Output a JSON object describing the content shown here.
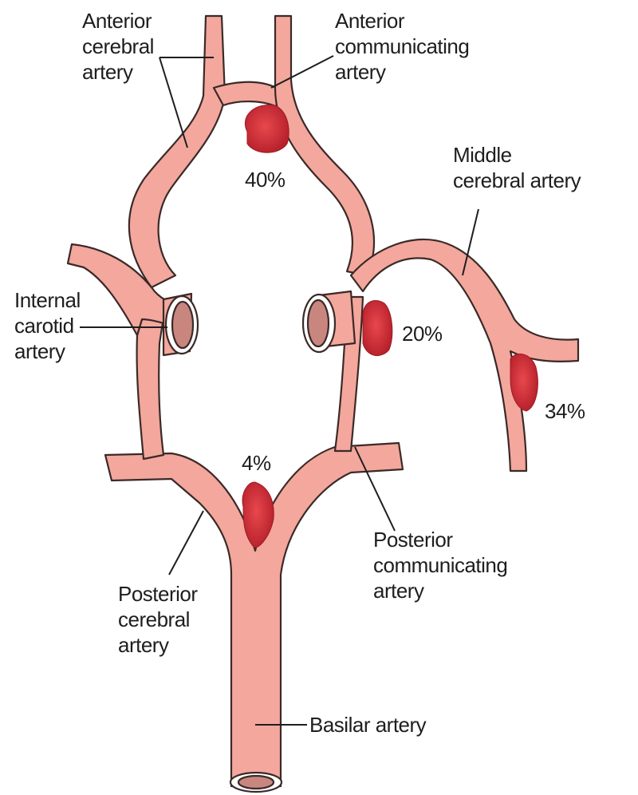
{
  "labels": {
    "anterior_cerebral": [
      "Anterior",
      "cerebral",
      "artery"
    ],
    "anterior_communicating": [
      "Anterior",
      "communicating",
      "artery"
    ],
    "middle_cerebral": [
      "Middle",
      "cerebral artery"
    ],
    "internal_carotid": [
      "Internal",
      "carotid",
      "artery"
    ],
    "posterior_cerebral": [
      "Posterior",
      "cerebral",
      "artery"
    ],
    "posterior_communicating": [
      "Posterior",
      "communicating",
      "artery"
    ],
    "basilar": "Basilar artery"
  },
  "percentages": {
    "anterior_communicating": "40%",
    "internal_carotid": "20%",
    "middle_cerebral": "34%",
    "basilar_tip": "4%"
  },
  "colors": {
    "vessel_fill": "#f4a79d",
    "vessel_outline": "#3a2a28",
    "aneurysm": "#d9323a",
    "aneurysm_dark": "#b51f2a",
    "lumen": "#c9867f"
  }
}
